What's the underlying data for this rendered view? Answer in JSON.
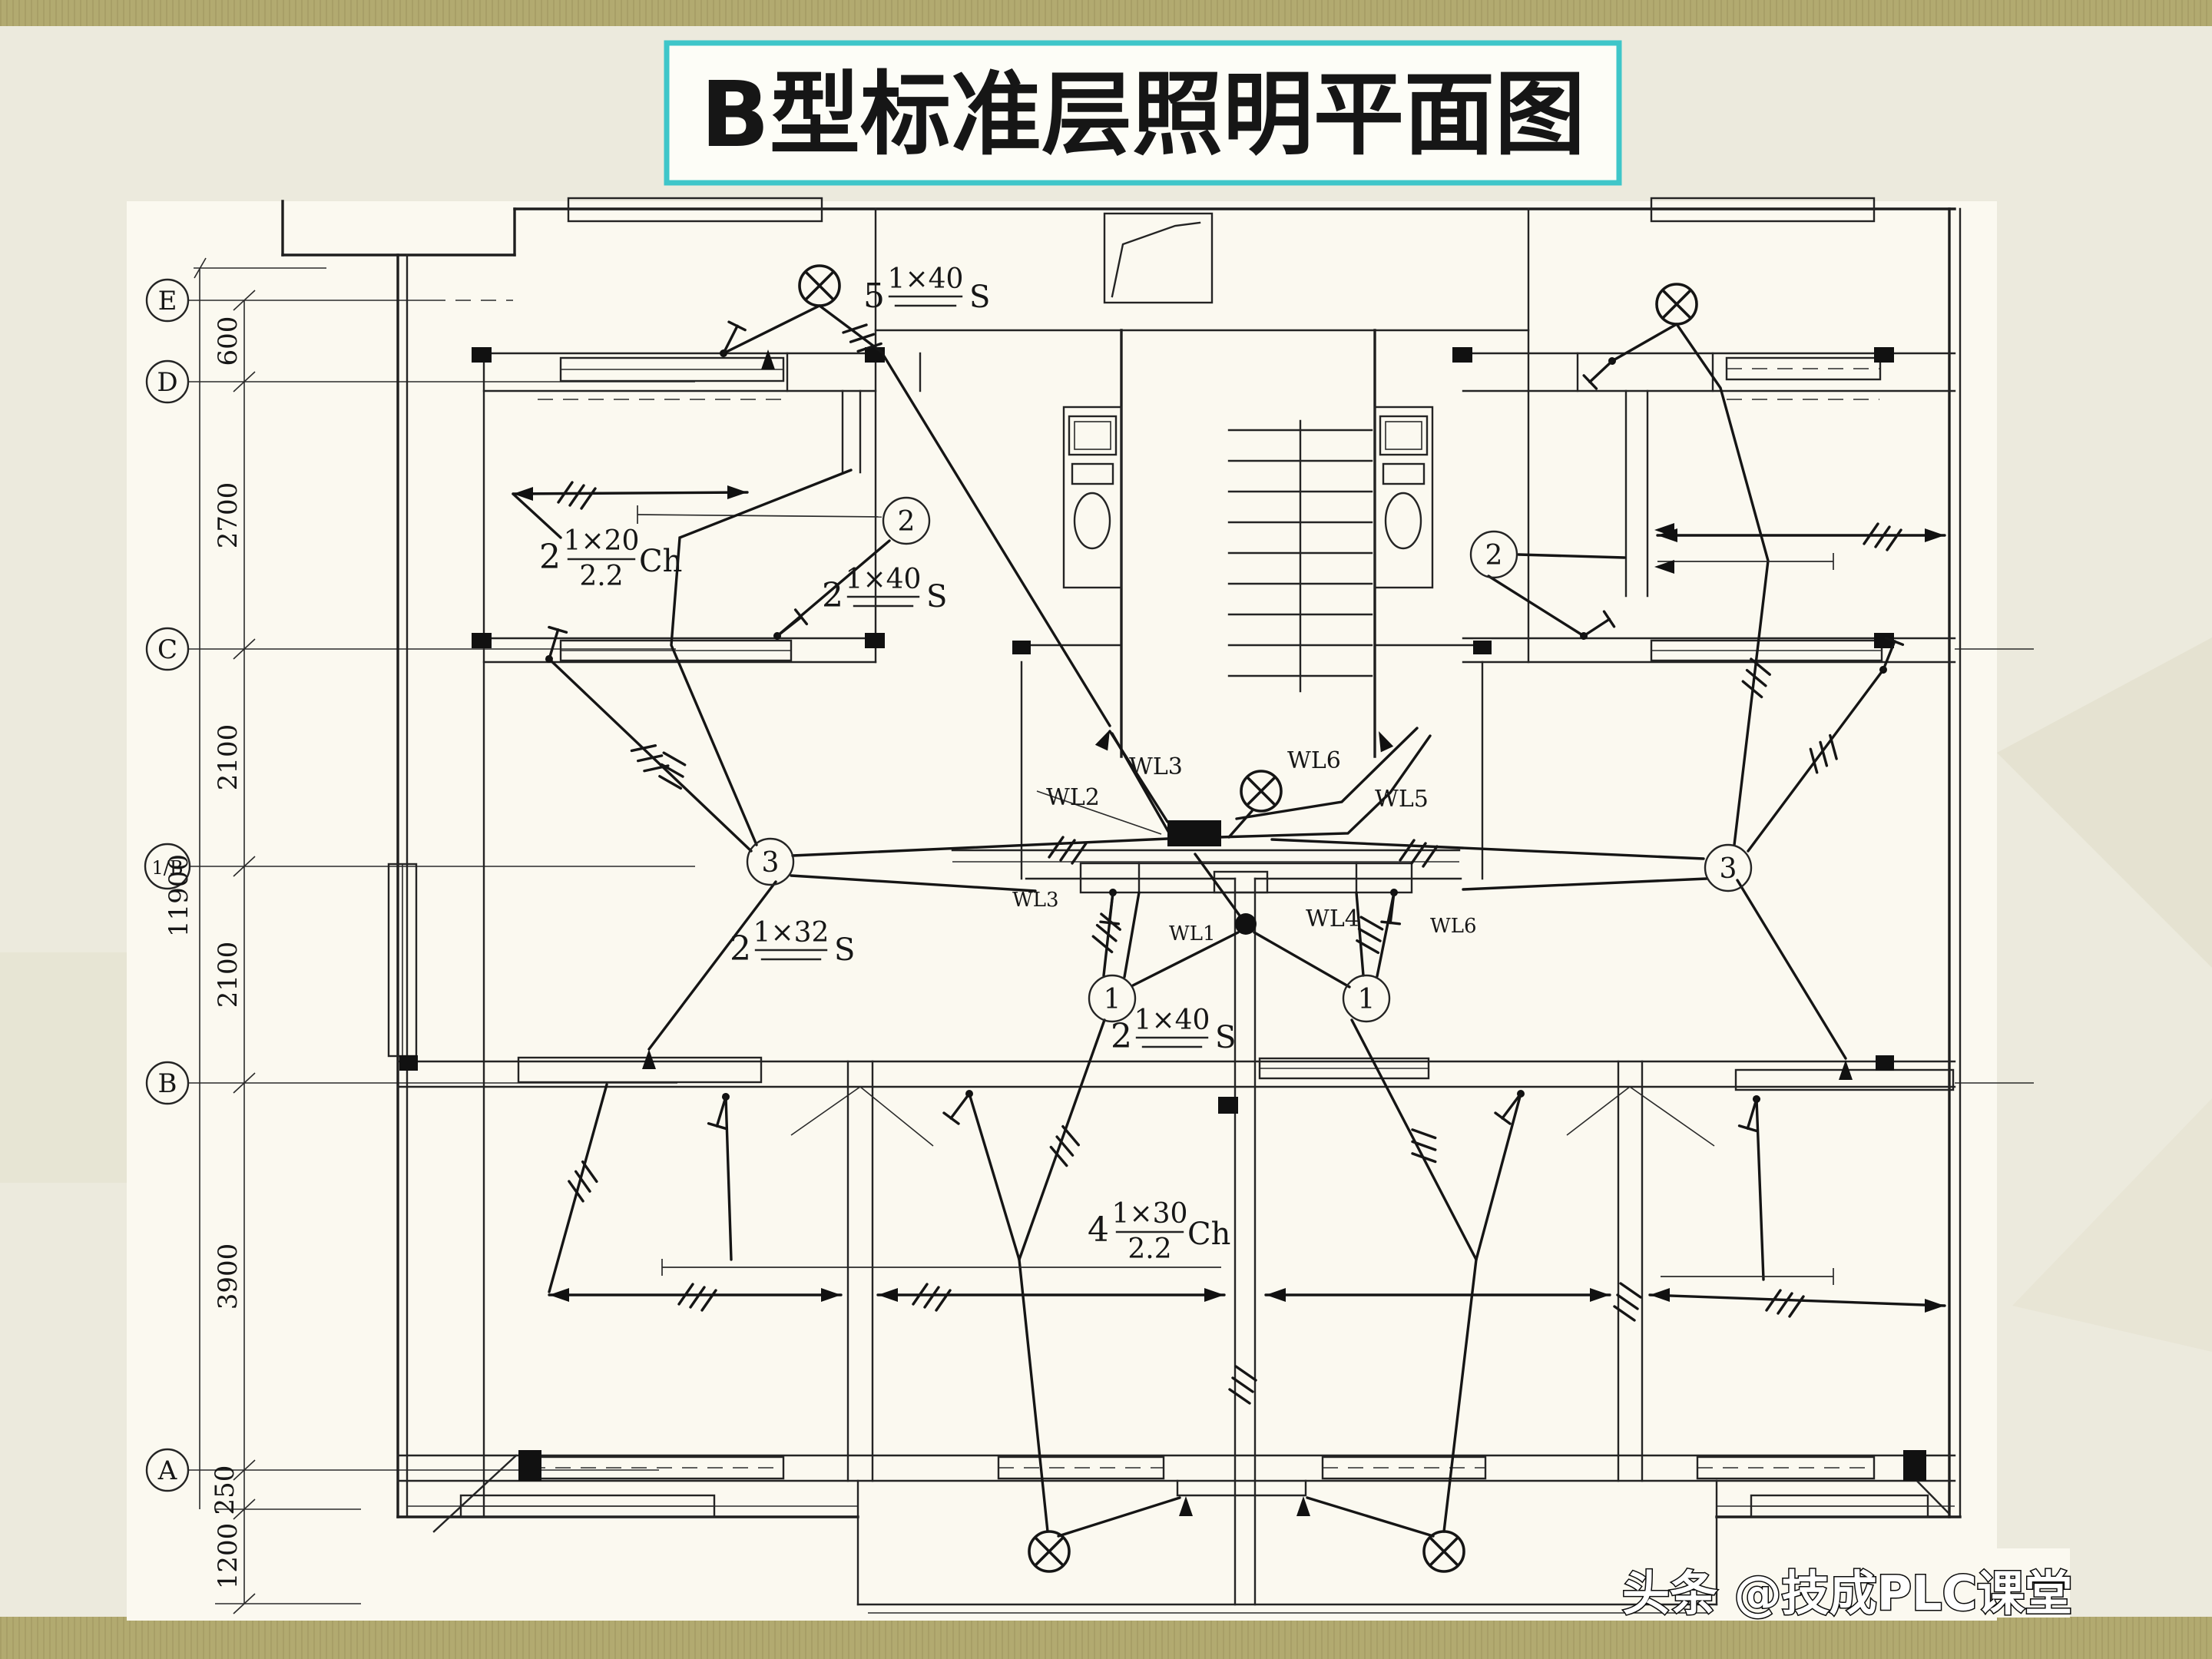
{
  "slide": {
    "title": "B型标准层照明平面图",
    "watermark": "头条 @技成PLC课堂",
    "colors": {
      "title_text": "#e8130f",
      "title_border": "#3fc6c9",
      "band": "#b2aa70",
      "paper": "#fbf9f0",
      "ink": "#1e1e1e"
    }
  },
  "axis": {
    "labels": [
      "E",
      "D",
      "C",
      "1/B",
      "B",
      "A"
    ],
    "dims": [
      "600",
      "2700",
      "2100",
      "2100",
      "3900",
      "250",
      "1200"
    ],
    "total": "11900"
  },
  "fixtures": [
    {
      "prefix": "5",
      "num": "1×40",
      "den": "",
      "suffix": "S"
    },
    {
      "prefix": "2",
      "num": "1×20",
      "den": "2.2",
      "suffix": "Ch"
    },
    {
      "prefix": "2",
      "num": "1×40",
      "den": "",
      "suffix": "S"
    },
    {
      "prefix": "2",
      "num": "1×32",
      "den": "",
      "suffix": "S"
    },
    {
      "prefix": "2",
      "num": "1×40",
      "den": "",
      "suffix": "S"
    },
    {
      "prefix": "4",
      "num": "1×30",
      "den": "2.2",
      "suffix": "Ch"
    }
  ],
  "wires": {
    "labels": [
      "WL3",
      "WL2",
      "WL6",
      "WL5",
      "WL3",
      "WL1",
      "WL4",
      "WL6"
    ]
  },
  "circuits": [
    "2",
    "2",
    "3",
    "3",
    "1",
    "1"
  ]
}
